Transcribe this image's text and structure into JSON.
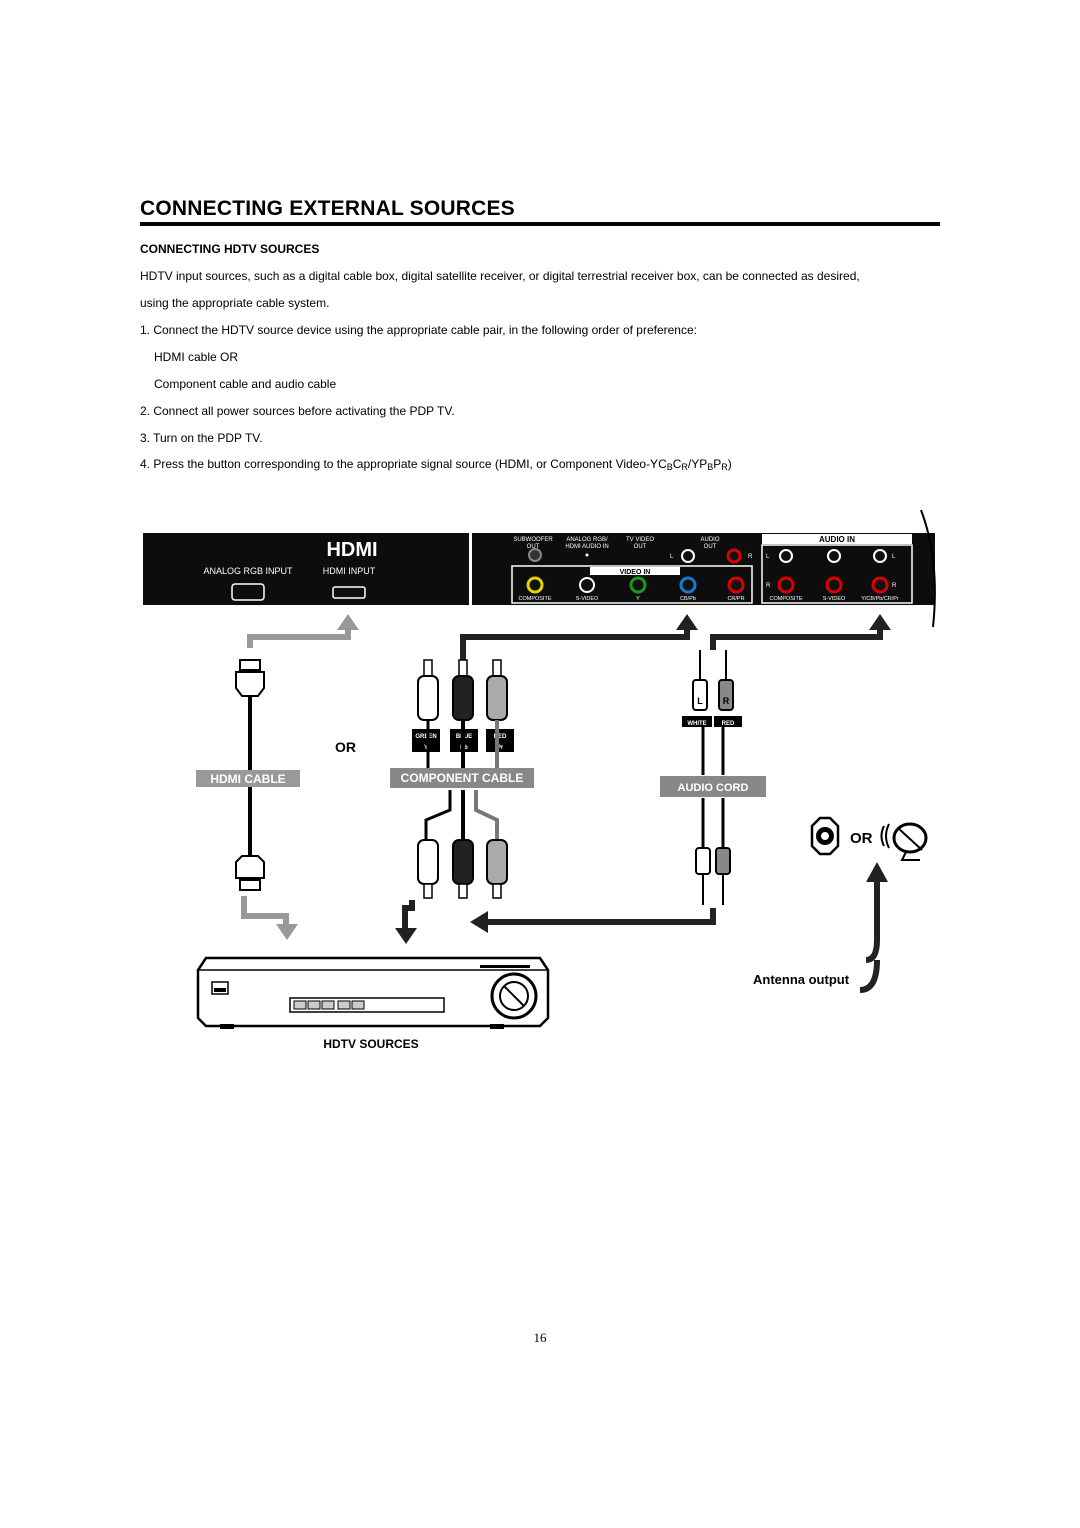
{
  "title": "CONNECTING EXTERNAL SOURCES",
  "section": {
    "heading": "CONNECTING HDTV SOURCES",
    "intro_line1": "HDTV input sources, such as a digital cable box, digital satellite receiver, or digital terrestrial receiver box, can be connected as desired,",
    "intro_line2": "using the appropriate cable system.",
    "step1": "1. Connect the HDTV source device using the appropriate cable pair, in the following order of preference:",
    "step1_opt1": "HDMI cable OR",
    "step1_opt2": "Component cable and audio cable",
    "step2": "2. Connect all power sources before activating the PDP TV.",
    "step3": "3. Turn on the PDP TV.",
    "step4_prefix": "4. Press the button corresponding to the appropriate signal source (HDMI, or Component Video-YC",
    "step4_sub1": "B",
    "step4_mid1": "C",
    "step4_sub2": "R",
    "step4_mid2": "/YP",
    "step4_sub3": "B",
    "step4_mid3": "P",
    "step4_sub4": "R",
    "step4_suffix": ")"
  },
  "diagram": {
    "panel_left": {
      "hdmi_logo": "HDMI",
      "analog_rgb_input": "ANALOG RGB INPUT",
      "hdmi_input": "HDMI INPUT"
    },
    "panel_right": {
      "subwoofer_out": "SUBWOOFER",
      "subwoofer_out2": "OUT",
      "analog_rgb_hdmi_audio_in": "ANALOG RGB/",
      "analog_rgb_hdmi_audio_in2": "HDMI AUDIO IN",
      "tv_video_out": "TV VIDEO",
      "tv_video_out2": "OUT",
      "audio_out": "AUDIO",
      "audio_out2": "OUT",
      "audio_in": "AUDIO IN",
      "video_in": "VIDEO IN",
      "l": "L",
      "r": "R",
      "composite": "COMPOSITE",
      "s_video": "S-VIDEO",
      "y": "Y",
      "cb_pb": "CB/Pb",
      "cr_pr": "CR/PR",
      "composite2": "COMPOSITE",
      "s_video2": "S-VIDEO",
      "y_pb_pr": "Y/CB/Pb/CR/Pr"
    },
    "or_label": "OR",
    "hdmi_cable": "HDMI CABLE",
    "component_cable": "COMPONENT CABLE",
    "plug_green": "GREEN",
    "plug_blue": "BLUE",
    "plug_red": "RED",
    "plug_y": "Y",
    "plug_pb": "Pb",
    "plug_pr": "Pr",
    "audio_l": "L",
    "audio_r": "R",
    "audio_white": "WHITE",
    "audio_red": "RED",
    "audio_cord": "AUDIO CORD",
    "antenna_or": "OR",
    "antenna_output": "Antenna output",
    "hdtv_sources": "HDTV SOURCES"
  },
  "page_number": "16"
}
